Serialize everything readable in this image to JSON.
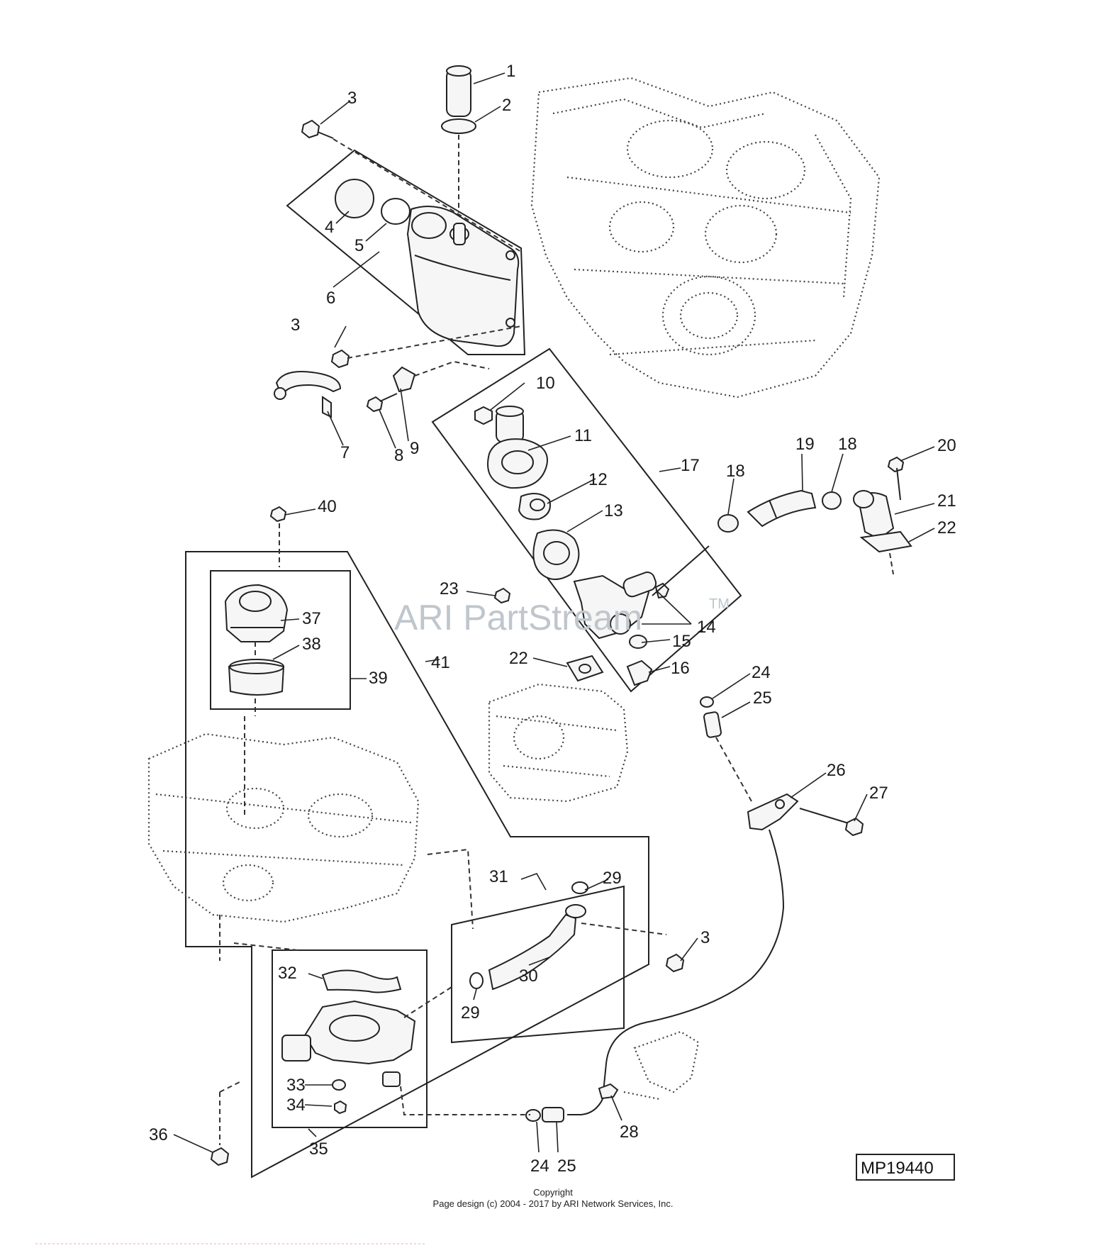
{
  "diagram": {
    "callouts": [
      "1",
      "2",
      "3",
      "3",
      "4",
      "5",
      "6",
      "7",
      "8",
      "9",
      "10",
      "11",
      "12",
      "13",
      "14",
      "15",
      "16",
      "17",
      "18",
      "18",
      "19",
      "20",
      "21",
      "22",
      "22",
      "23",
      "24",
      "24",
      "25",
      "25",
      "26",
      "27",
      "28",
      "29",
      "29",
      "30",
      "31",
      "32",
      "33",
      "34",
      "35",
      "36",
      "37",
      "38",
      "39",
      "40",
      "41",
      "3"
    ],
    "code": "MP19440"
  },
  "watermark": {
    "text": "ARI PartStream",
    "tm": "TM"
  },
  "footer": {
    "copyright_line1": "Copyright",
    "copyright_line2": "Page design (c) 2004 - 2017 by ARI Network Services, Inc."
  },
  "colors": {
    "ink": "#222222",
    "watermark": "#bfc6cc",
    "divider": "#f2d7dc"
  }
}
